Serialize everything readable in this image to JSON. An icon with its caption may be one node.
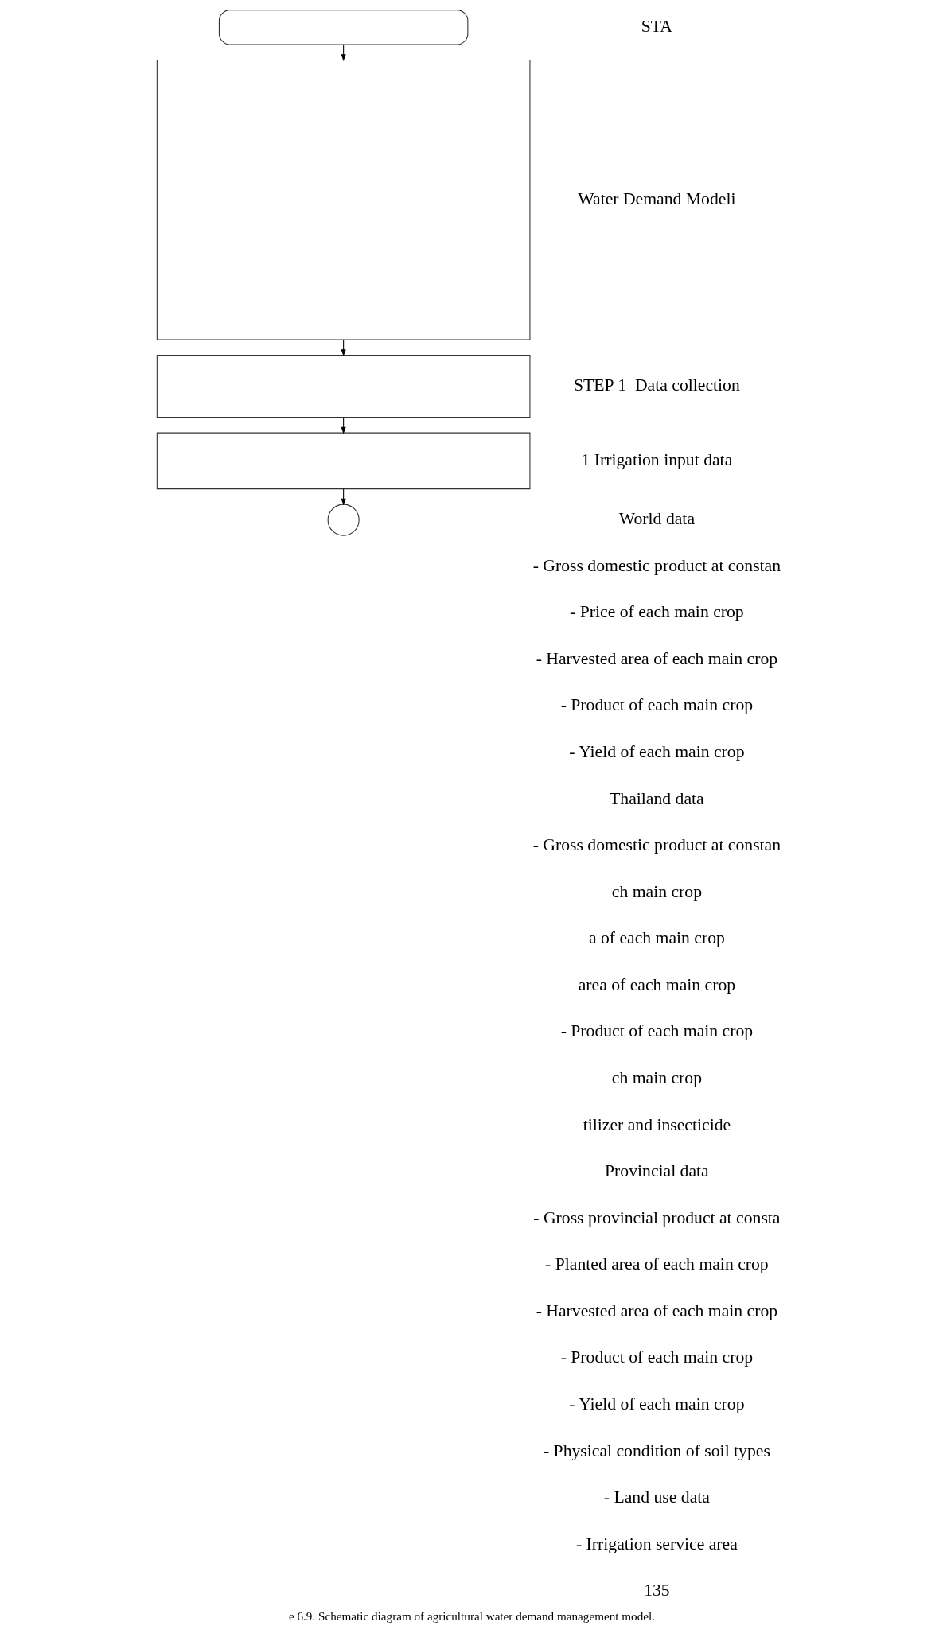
{
  "diagram": {
    "caption": "e 6.9. Schematic diagram of agricultural water demand management model.",
    "nodes": [
      {
        "text": [],
        "shape": "box"
      },
      {
        "text": [],
        "shape": "box"
      },
      {
        "text": [],
        "shape": "box"
      },
      {
        "text": [],
        "shape": "box"
      },
      {
        "text": [],
        "shape": "circle"
      }
    ],
    "edges": [
      {
        "from": 0,
        "to": 1,
        "arrow": "to"
      },
      {
        "from": 1,
        "to": 2,
        "arrow": "to"
      },
      {
        "from": 2,
        "to": 3,
        "arrow": "to"
      },
      {
        "from": 3,
        "to": 4,
        "arrow": "to"
      }
    ],
    "labels": [
      "STA",
      "Water Demand Modeli",
      "STEP 1  Data collection",
      "1 Irrigation input data",
      "World data",
      "- Gross domestic product at constan",
      "- Price of each main crop",
      "- Harvested area of each main crop",
      "- Product of each main crop",
      "- Yield of each main crop",
      "Thailand data",
      "- Gross domestic product at constan",
      "ch main crop",
      "a of each main crop",
      "area of each main crop",
      "- Product of each main crop",
      "ch main crop",
      "tilizer and insecticide",
      "Provincial data",
      "- Gross provincial product at consta",
      "- Planted area of each main crop",
      "- Harvested area of each main crop",
      "- Product of each main crop",
      "- Yield of each main crop",
      "- Physical condition of soil types",
      "- Land use data",
      "- Irrigation service area",
      "135"
    ]
  }
}
